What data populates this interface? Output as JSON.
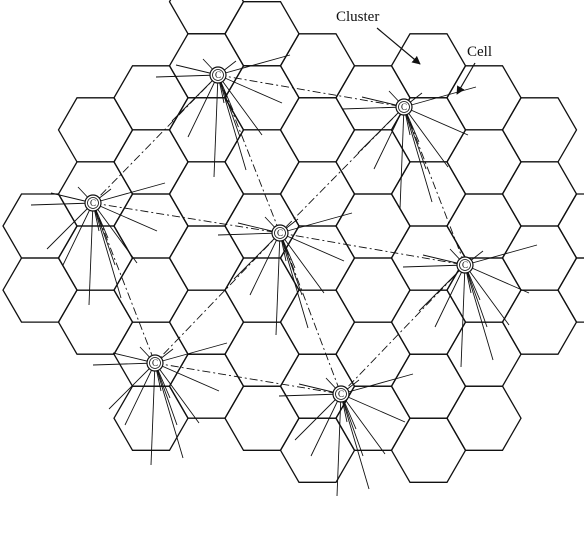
{
  "labels": {
    "cluster": "Cluster",
    "cell": "Cell"
  },
  "center_marker": "C",
  "colors": {
    "line": "#111111",
    "background": "#ffffff"
  }
}
